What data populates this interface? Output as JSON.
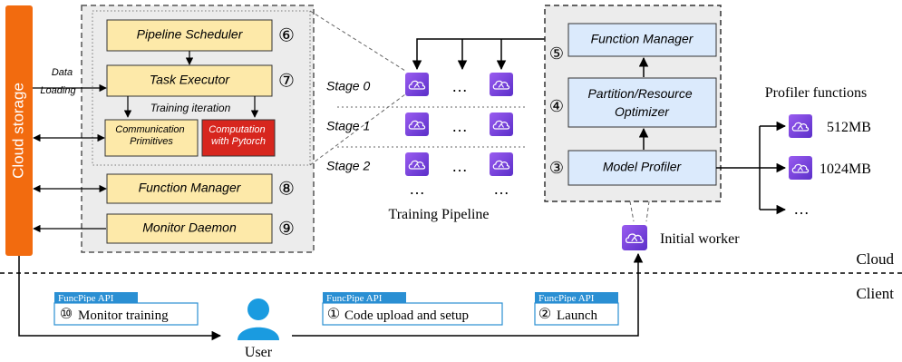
{
  "cloud_storage": {
    "label": "Cloud storage",
    "color": "#f26b0f"
  },
  "worker_detail": {
    "data_loading_label": "Data Loading",
    "pipeline_scheduler": {
      "label": "Pipeline Scheduler",
      "number": "⑥"
    },
    "task_executor": {
      "label": "Task Executor",
      "number": "⑦"
    },
    "training_iteration": "Training iteration",
    "communication_primitives": "Communication Primitives",
    "computation_pytorch": "Computation with Pytorch",
    "function_manager": {
      "label": "Function Manager",
      "number": "⑧"
    },
    "monitor_daemon": {
      "label": "Monitor Daemon",
      "number": "⑨"
    }
  },
  "training_pipeline": {
    "caption": "Training Pipeline",
    "stages": [
      "Stage 0",
      "Stage 1",
      "Stage 2"
    ],
    "ellipsis": "…"
  },
  "controller": {
    "function_manager": {
      "label": "Function Manager",
      "number": "⑤"
    },
    "optimizer": {
      "label": "Partition/Resource Optimizer",
      "number": "④"
    },
    "model_profiler": {
      "label": "Model Profiler",
      "number": "③"
    }
  },
  "profiler_functions": {
    "title": "Profiler functions",
    "sizes": [
      "512MB",
      "1024MB"
    ],
    "more": "…"
  },
  "initial_worker": "Initial worker",
  "regions": {
    "cloud": "Cloud",
    "client": "Client"
  },
  "user_label": "User",
  "api_calls": [
    {
      "tag": "FuncPipe API",
      "number": "⑩",
      "text": "Monitor training"
    },
    {
      "tag": "FuncPipe API",
      "number": "①",
      "text": "Code upload and setup"
    },
    {
      "tag": "FuncPipe API",
      "number": "②",
      "text": "Launch"
    }
  ],
  "colors": {
    "box_fill": "#fde9a9",
    "controller_fill": "#dbeafc",
    "lambda_purple": "#7b3fe4",
    "computation_red": "#d7261e",
    "api_blue": "#2a8fd3",
    "user_blue": "#1a9be0"
  },
  "icons": {
    "worker": "lambda-cloud-icon",
    "user": "person-icon"
  }
}
